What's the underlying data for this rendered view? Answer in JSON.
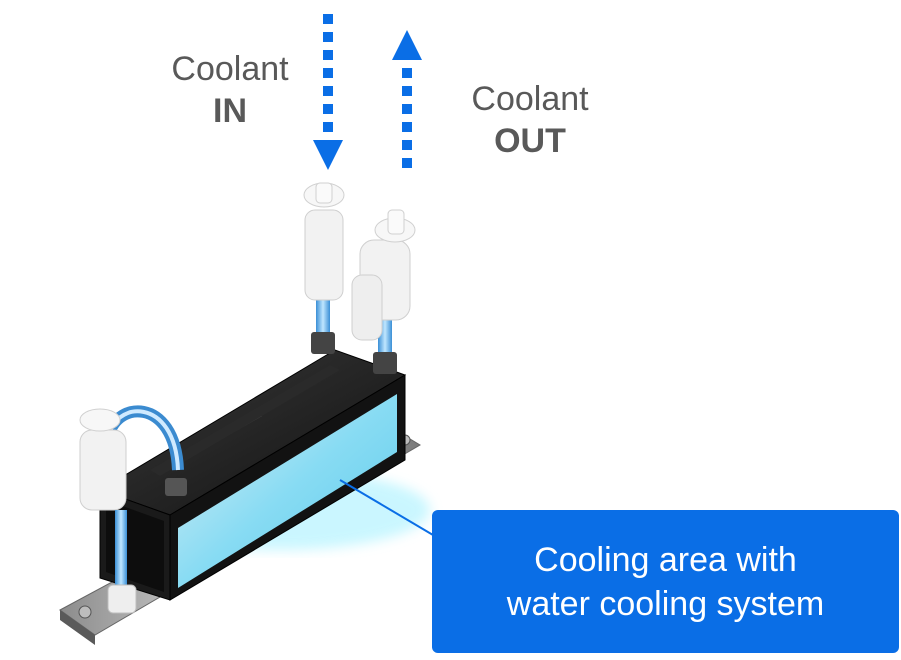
{
  "coolant_in": {
    "line1": "Coolant",
    "line2": "IN"
  },
  "coolant_out": {
    "line1": "Coolant",
    "line2": "OUT"
  },
  "callout": {
    "line1": "Cooling area with",
    "line2": "water cooling system"
  },
  "colors": {
    "arrow_blue": "#0a6ee6",
    "callout_blue": "#0a6ee6",
    "label_gray": "#595959",
    "glow_cyan": "#7fe3ff",
    "housing_black": "#151515"
  },
  "icons": [
    "arrow-down-dotted",
    "arrow-up-dotted"
  ]
}
